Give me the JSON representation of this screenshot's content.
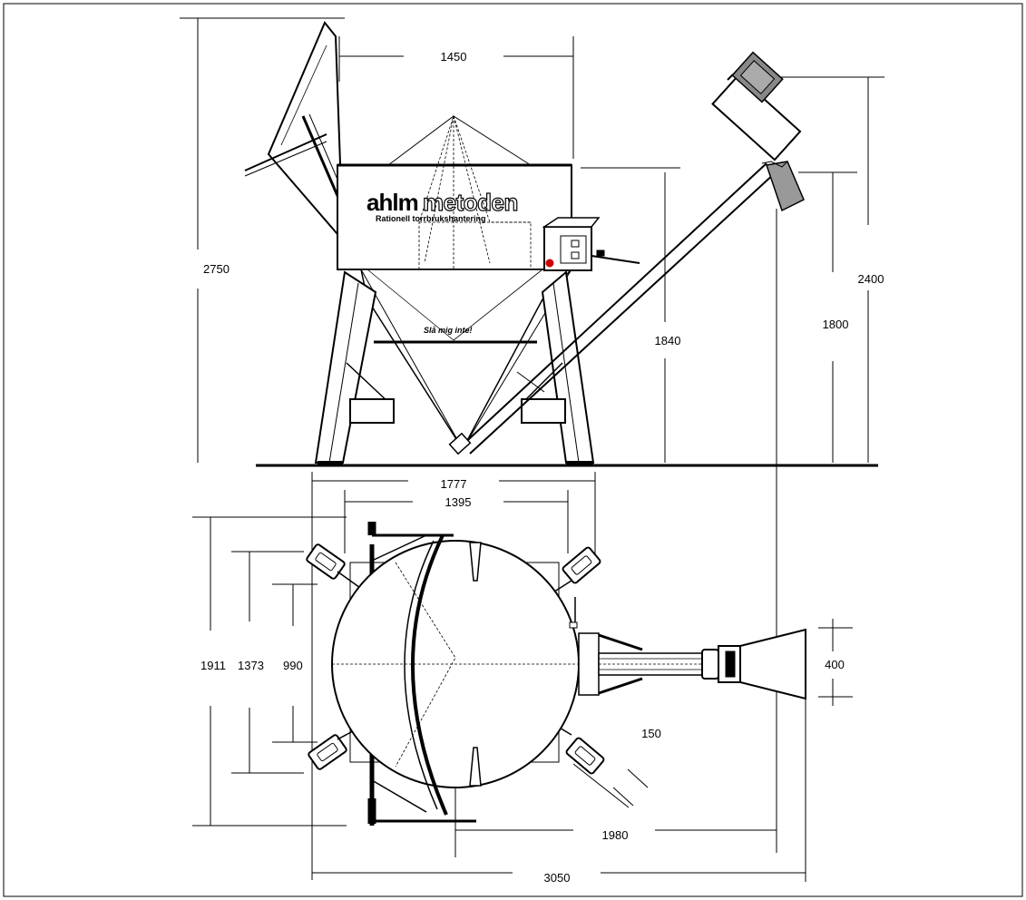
{
  "brand": {
    "logo_bold": "ahlm",
    "logo_outline": "metoden",
    "tagline": "Rationell  torrbrukshantering",
    "warning_label": "Slå mig inte!"
  },
  "dimensions": {
    "top_width": "1450",
    "total_height": "2750",
    "hopper_height": "1840",
    "conveyor_height": "2400",
    "outlet_height": "1800",
    "leg_span": "1777",
    "inner_span": "1395",
    "plan_outer": "1911",
    "plan_mid": "1373",
    "plan_inner": "990",
    "chute_width": "400",
    "conveyor_offset": "150",
    "center_to_outlet": "1980",
    "total_length": "3050"
  },
  "colors": {
    "line": "#000000",
    "accent_red": "#cc0000",
    "motor_grey": "#888888",
    "bag_grey": "#999999"
  }
}
